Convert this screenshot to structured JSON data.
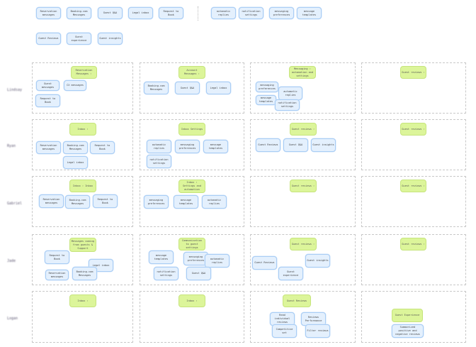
{
  "palette": {
    "row1_left": [
      "Reservation messages",
      "Booking.com Messages",
      "Guest Q&A",
      "Legal inbox",
      "Request to Book"
    ],
    "row1_right": [
      "automatic replies",
      "notification settings",
      "messaging preferences",
      "message templates"
    ],
    "row2": [
      "Guest Reviews",
      "Guest experience",
      "Guest insights"
    ]
  },
  "rows": [
    {
      "label": "Lindsay",
      "cells": [
        {
          "header": "Reservation Messages ›",
          "cards": [
            "Guest messages",
            "CX messages",
            "Request to Book"
          ]
        },
        {
          "header": "Account Messages ›",
          "cards": [
            "Booking.com Messages",
            "Guest Q&A",
            "Legal inbox"
          ]
        },
        {
          "header": "Messaging › automation and settings",
          "cards": [
            "messaging preferences",
            "automatic replies",
            "message templates",
            "notification settings"
          ]
        },
        {
          "header": "Guest reviews ›",
          "cards": []
        }
      ]
    },
    {
      "label": "Ryan",
      "cells": [
        {
          "header": "Inbox ›",
          "cards": [
            "Reservation messages",
            "Booking.com Messages",
            "Request to Book",
            "Legal inbox"
          ]
        },
        {
          "header": "Inbox Settings",
          "cards": [
            "automatic replies",
            "messaging preferences",
            "message templates",
            "notification settings"
          ]
        },
        {
          "header": "Guest reviews ›",
          "cards": [
            "Guest Reviews",
            "Guest Q&A",
            "Guest insights"
          ]
        },
        {
          "header": "Guest reviews ›",
          "cards": []
        }
      ]
    },
    {
      "label": "Gabriel",
      "cells": [
        {
          "header": "Inbox › Inbox",
          "cards": [
            "Reservation messages",
            "Booking.com Messages",
            "Request to Book"
          ]
        },
        {
          "header": "Inbox › Settings and automation",
          "cards": [
            "messaging preferences",
            "message templates",
            "automatic replies"
          ]
        },
        {
          "header": "Guest reviews ›",
          "cards": []
        },
        {
          "header": "Guest reviews ›",
          "cards": []
        }
      ]
    },
    {
      "label": "Jade",
      "cells": [
        {
          "header": "Messages coming from guests & Support",
          "cards": [
            "Request to Book",
            "Legal inbox",
            "Reservation messages",
            "Booking.com Messages"
          ]
        },
        {
          "header": "Communication to guest settings",
          "cards": [
            "message templates",
            "messaging preferences",
            "automatic replies",
            "notification settings",
            "Guest Q&A"
          ]
        },
        {
          "header": "Guest reviews ›",
          "cards": [
            "Guest Reviews",
            "Guest insights",
            "Guest experience"
          ]
        },
        {
          "header": "Guest reviews ›",
          "cards": []
        }
      ]
    },
    {
      "label": "Logan",
      "cells": [
        {
          "header": "Inbox ›",
          "cards": []
        },
        {
          "header": "Inbox ›",
          "cards": []
        },
        {
          "header": "Guest Reviews",
          "cards": [
            "Read individual reviews",
            "Reviews Performance",
            "Competitive set",
            "Filter reviews"
          ]
        },
        {
          "header": "Guest Experience",
          "cards": [
            "Summarized positive and negative reviews"
          ]
        }
      ]
    }
  ],
  "colors": {
    "card_bg": "#e4f0fd",
    "card_border": "#a9cdf5",
    "header_bg": "#dcf59a",
    "header_border": "#c6e47c"
  }
}
